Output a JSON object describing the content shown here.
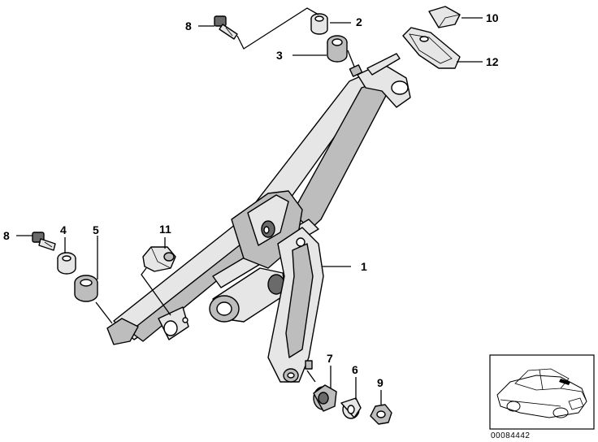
{
  "diagram": {
    "callouts": {
      "c1": "1",
      "c2": "2",
      "c3": "3",
      "c4": "4",
      "c5": "5",
      "c6": "6",
      "c7": "7",
      "c8a": "8",
      "c8b": "8",
      "c9": "9",
      "c10": "10",
      "c11": "11",
      "c12": "12"
    },
    "document_number": "00084442"
  }
}
